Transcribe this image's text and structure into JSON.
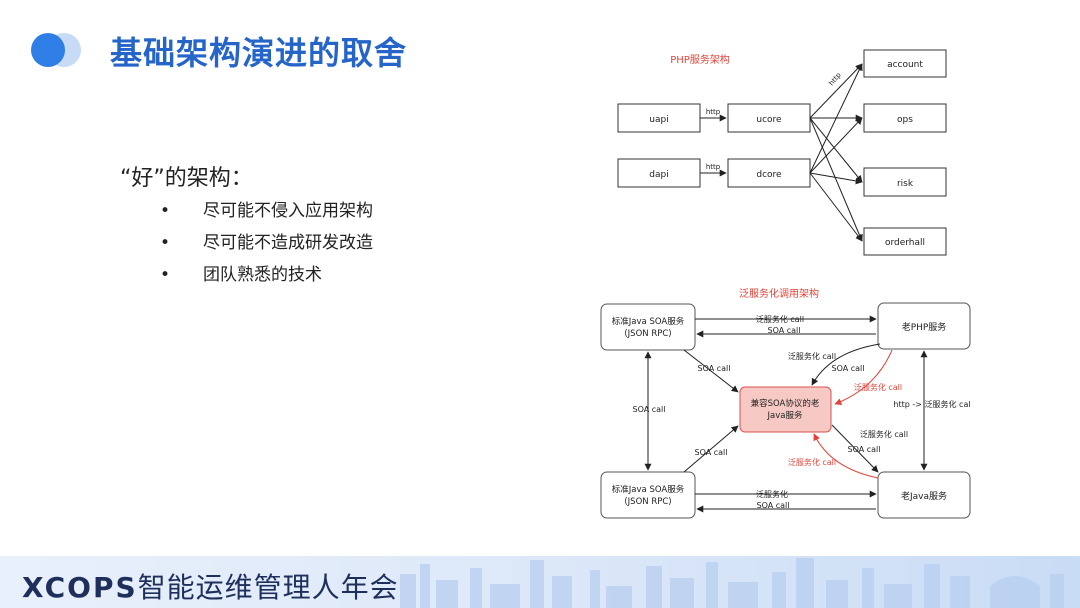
{
  "header": {
    "title": "基础架构演进的取舍"
  },
  "left": {
    "heading": "“好”的架构：",
    "bullets": [
      "尽可能不侵入应用架构",
      "尽可能不造成研发改造",
      "团队熟悉的技术"
    ],
    "bullet_glyph": "•"
  },
  "diagram_top": {
    "title": "PHP服务架构",
    "nodes": {
      "uapi": "uapi",
      "ucore": "ucore",
      "dapi": "dapi",
      "dcore": "dcore",
      "account": "account",
      "ops": "ops",
      "risk": "risk",
      "orderhall": "orderhall"
    },
    "edge_labels": {
      "uapi_ucore": "http",
      "dapi_dcore": "http",
      "fanout": "http"
    },
    "title_color": "#e0443a"
  },
  "diagram_bottom": {
    "title": "泛服务化调用架构",
    "nodes": {
      "java_soa_top_line1": "标准Java SOA服务",
      "java_soa_top_line2": "(JSON RPC)",
      "old_php": "老PHP服务",
      "compat_line1": "兼容SOA协议的老",
      "compat_line2": "Java服务",
      "java_soa_bottom_line1": "标准Java SOA服务",
      "java_soa_bottom_line2": "(JSON RPC)",
      "old_java": "老Java服务"
    },
    "edge_labels": {
      "top_call_1": "泛服务化 call",
      "top_call_2": "SOA call",
      "left_vertical": "SOA call",
      "tl_to_center": "SOA call",
      "php_to_center_1": "泛服务化 call",
      "php_to_center_2": "SOA call",
      "php_to_center_red": "泛服务化 call",
      "right_vertical": "http -> 泛服务化 cal",
      "bl_to_center": "SOA call",
      "center_to_java_1": "泛服务化 call",
      "center_to_java_2": "SOA call",
      "java_to_center_red": "泛服务化 call",
      "bottom_call_1": "泛服务化",
      "bottom_call_2": "SOA call"
    },
    "title_color": "#e0443a",
    "highlight_fill": "#f6c9c4",
    "highlight_stroke": "#d9534f",
    "red_edge_color": "#e0443a"
  },
  "footer": {
    "brand_bold": "XCOPS",
    "brand_rest": "智能运维管理人年会"
  },
  "colors": {
    "title": "#2565c9",
    "logo_blue": "#2f7ee6",
    "logo_light": "#b9d3f5"
  },
  "icons": {
    "logo": "twin-circle-logo-icon"
  }
}
